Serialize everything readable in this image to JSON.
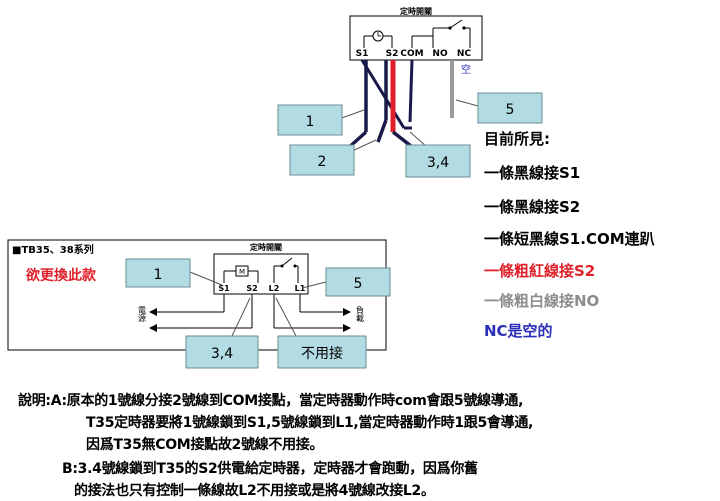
{
  "top_diagram": {
    "timer_title": "定時開關",
    "terminals": [
      "S1",
      "S2",
      "COM",
      "NO",
      "NC"
    ],
    "empty_label": "空",
    "callouts": [
      "1",
      "2",
      "3,4",
      "5"
    ]
  },
  "bottom_diagram": {
    "series_label": "■TB35、38系列",
    "replace_label": "欲更換此款",
    "timer_title": "定時開關",
    "terminals": [
      "S1",
      "S2",
      "L2",
      "L1"
    ],
    "left_label": "電源",
    "right_label": "負載",
    "callouts": [
      "1",
      "5",
      "3,4",
      "不用接"
    ]
  },
  "status": {
    "heading": "目前所見:",
    "lines": [
      {
        "text": "一條黑線接S1",
        "color": "#000000"
      },
      {
        "text": "一條黑線接S2",
        "color": "#000000"
      },
      {
        "text": "一條短黑線S1.COM連趴",
        "color": "#000000"
      },
      {
        "text": "一條粗紅線接S2",
        "color": "#e0202a"
      },
      {
        "text": "一條粗白線接NO",
        "color": "#8c8c8c"
      },
      {
        "text": "NC是空的",
        "color": "#2b2fb8"
      }
    ]
  },
  "notes": [
    "說明:A:原本的1號線分接2號線到COM接點，當定時器動作時com會跟5號線導通,",
    "T35定時器要將1號線鎖到S1,5號線鎖到L1,當定時器動作時1跟5會導通,",
    "因爲T35無COM接點故2號線不用接。",
    "B:3.4號線鎖到T35的S2供電給定時器，定時器才會跑動，因爲你舊",
    "的接法也只有控制一條線故L2不用接或是將4號線改接L2。"
  ],
  "colors": {
    "callout_fill": "#b3dbe3",
    "red_wire": "#e0202a",
    "white_wire": "#9a9a9a",
    "wire": "#1a1a4a"
  }
}
